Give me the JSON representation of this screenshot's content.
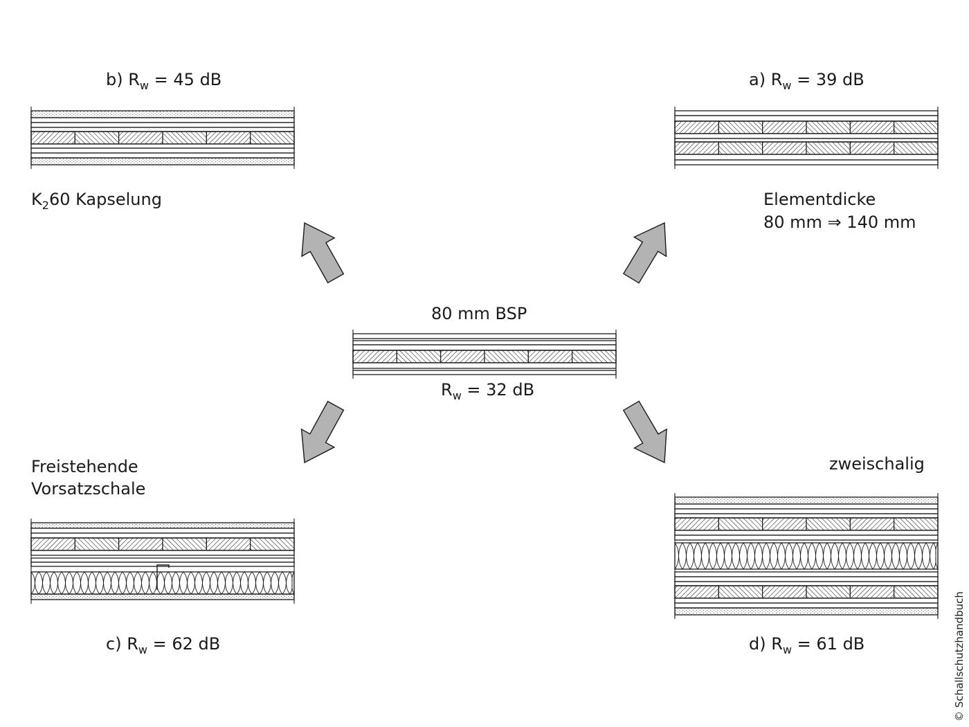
{
  "center": {
    "title": "80 mm BSP",
    "rating": {
      "prefix": "",
      "symbol": "R",
      "sub": "w",
      "value": "= 32 dB"
    }
  },
  "variants": {
    "a": {
      "rating": {
        "prefix": "a) ",
        "symbol": "R",
        "sub": "w",
        "value": "= 39 dB"
      },
      "caption_line1": "Elementdicke",
      "caption_line2": "80 mm ⇒ 140 mm"
    },
    "b": {
      "rating": {
        "prefix": "b) ",
        "symbol": "R",
        "sub": "w",
        "value": "= 45 dB"
      },
      "caption_main": "K",
      "caption_sub": "2",
      "caption_rest": "60 Kapselung"
    },
    "c": {
      "rating": {
        "prefix": "c) ",
        "symbol": "R",
        "sub": "w",
        "value": "= 62 dB"
      },
      "caption_line1": "Freistehende",
      "caption_line2": "Vorsatzschale"
    },
    "d": {
      "rating": {
        "prefix": "d) ",
        "symbol": "R",
        "sub": "w",
        "value": "= 61 dB"
      },
      "caption_line1": "zweischalig"
    }
  },
  "copyright": "© Schallschutzhandbuch",
  "colors": {
    "arrow_fill": "#b3b3b3",
    "line": "#1a1a1a",
    "dots": "#777777"
  }
}
